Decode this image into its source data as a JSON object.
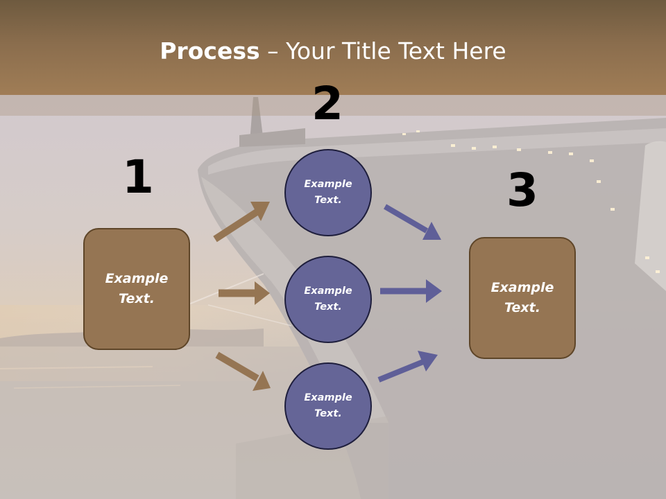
{
  "title": {
    "bold": "Process",
    "rest": " – Your Title Text Here"
  },
  "steps": {
    "one": {
      "number": "1"
    },
    "two": {
      "number": "2"
    },
    "three": {
      "number": "3"
    }
  },
  "nodes": {
    "left_box": "Example\nText.",
    "circle_top": "Example\nText.",
    "circle_middle": "Example\nText.",
    "circle_bottom": "Example\nText.",
    "right_box": "Example\nText."
  },
  "colors": {
    "box_fill": "#957553",
    "circle_fill": "#656597",
    "brown_arrow": "#957553",
    "blue_arrow": "#5f5f98",
    "header": "#8a6d4d"
  }
}
